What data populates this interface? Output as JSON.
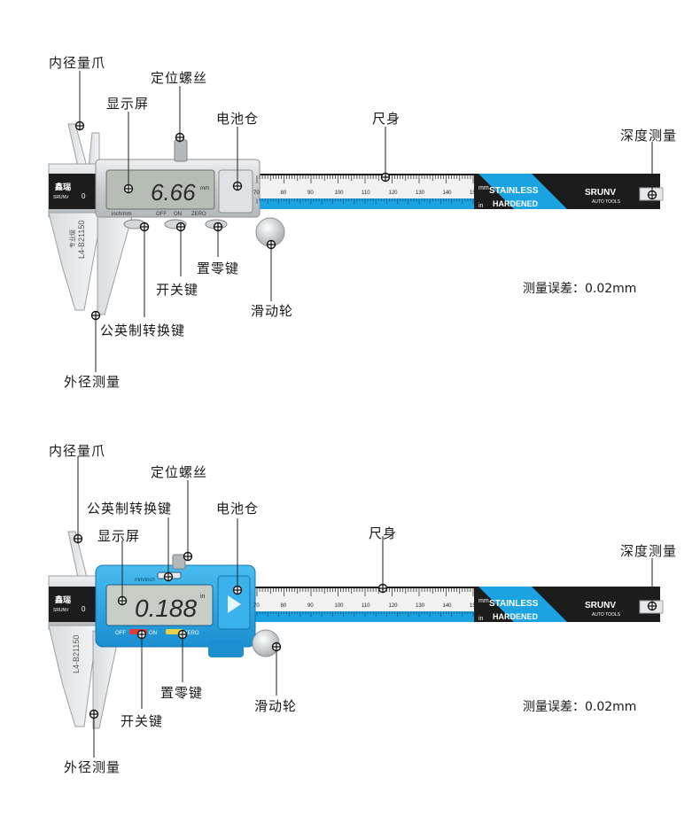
{
  "diagram1": {
    "labels": {
      "inner_jaws": "内径量爪",
      "locking_screw": "定位螺丝",
      "display": "显示屏",
      "battery": "电池仓",
      "beam": "尺身",
      "depth": "深度测量",
      "zero_key": "置零键",
      "power_key": "开关键",
      "thumb_wheel": "滑动轮",
      "unit_key": "公英制转换键",
      "outer": "外径测量"
    },
    "accuracy": "测量误差：0.02mm",
    "lcd_reading": "6.66",
    "lcd_unit": "mm",
    "buttons_caption": [
      "inch/mm",
      "OFF",
      "ON",
      "ZERO"
    ],
    "brand_cn": "鑫瑞",
    "brand_en": "SRUNV",
    "model": "L4-B21150",
    "vertical_tag": "专业级"
  },
  "diagram2": {
    "labels": {
      "inner_jaws": "内径量爪",
      "locking_screw": "定位螺丝",
      "unit_key": "公英制转换键",
      "display": "显示屏",
      "battery": "电池仓",
      "beam": "尺身",
      "depth": "深度测量",
      "zero_key": "置零键",
      "power_key": "开关键",
      "thumb_wheel": "滑动轮",
      "outer": "外径测量"
    },
    "accuracy": "测量误差：0.02mm",
    "lcd_reading": "0.188",
    "lcd_unit": "in",
    "buttons_caption": [
      "mm/inch",
      "OFF",
      "ON",
      "ZERO"
    ],
    "brand_cn": "鑫瑞",
    "brand_en": "SRUNV",
    "model": "L4-B21150"
  },
  "ruler": {
    "unit_mm": "mm",
    "unit_in": "in",
    "tick_numbers": [
      "70",
      "80",
      "90",
      "100",
      "110",
      "120",
      "130",
      "140",
      "150"
    ],
    "stainless": "STAINLESS",
    "hardened": "HARDENED",
    "logo": "SRUNV",
    "logo_sub": "AUTO TOOLS",
    "zero": "0"
  },
  "colors": {
    "accent_blue": "#1aa3e0",
    "beam_dark": "#1c1c1c",
    "body_silver": "#cfd3d6",
    "body_blue": "#2aa7e2"
  }
}
